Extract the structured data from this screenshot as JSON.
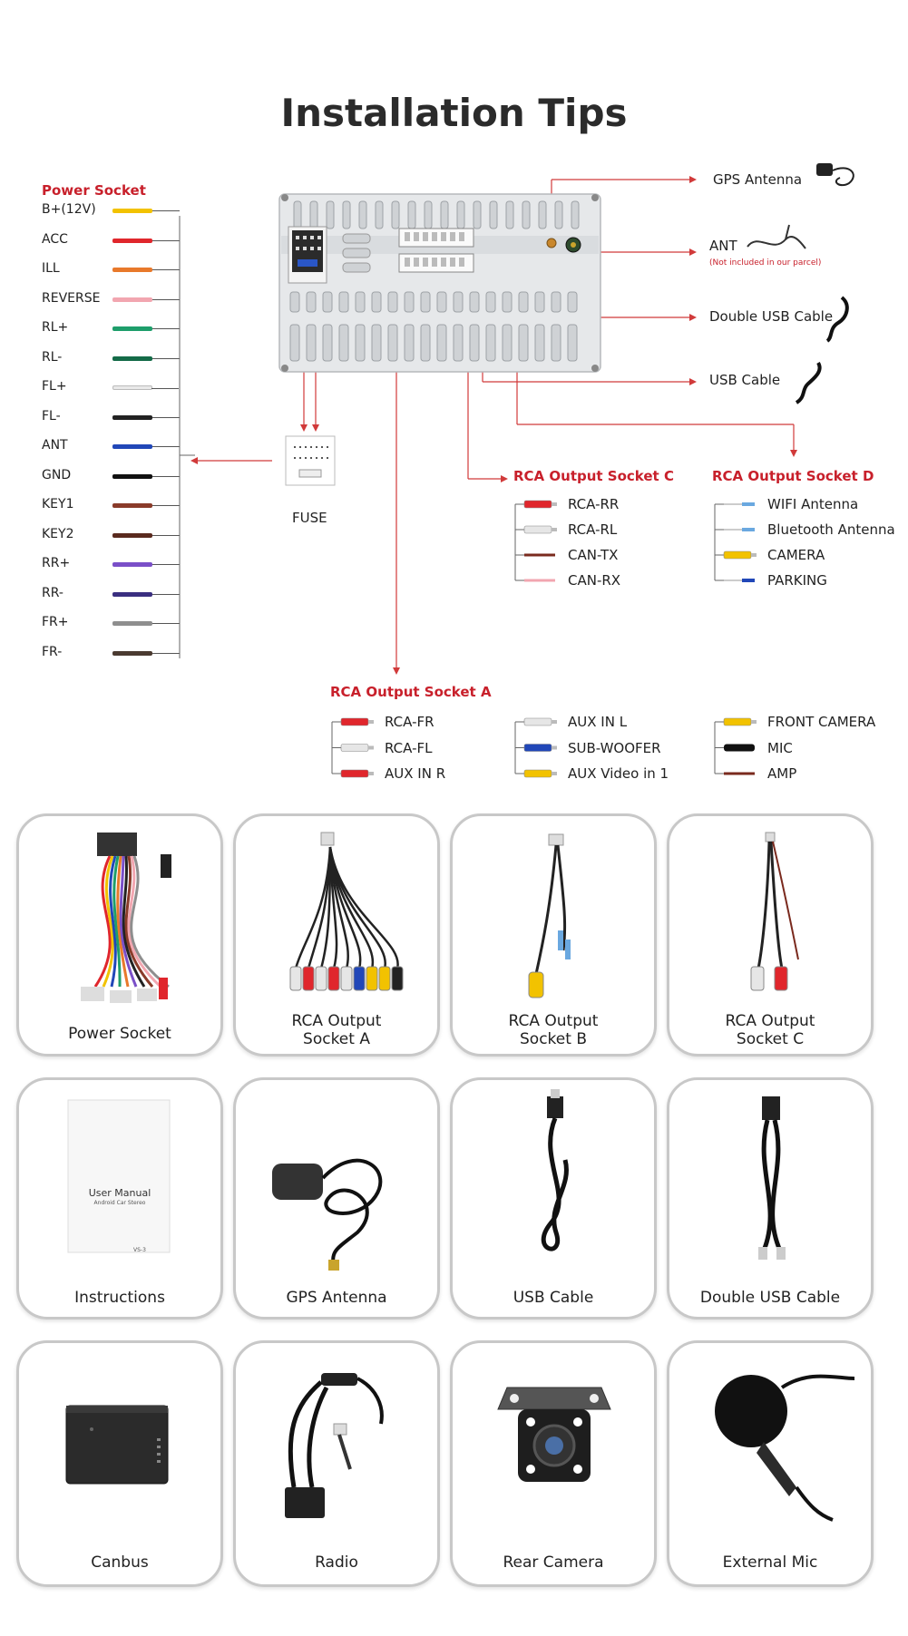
{
  "title": "Installation Tips",
  "power_socket": {
    "heading": "Power Socket",
    "wires": [
      {
        "label": "B+(12V)",
        "color": "#f2c200"
      },
      {
        "label": "ACC",
        "color": "#e0262c"
      },
      {
        "label": "ILL",
        "color": "#e8792b"
      },
      {
        "label": "REVERSE",
        "color": "#f2a6b0"
      },
      {
        "label": "RL+",
        "color": "#1e9e6b"
      },
      {
        "label": "RL-",
        "color": "#146b48"
      },
      {
        "label": "FL+",
        "color": "#e9e9e9"
      },
      {
        "label": "FL-",
        "color": "#222222"
      },
      {
        "label": "ANT",
        "color": "#2147b8"
      },
      {
        "label": "GND",
        "color": "#111111"
      },
      {
        "label": "KEY1",
        "color": "#8a3b2a"
      },
      {
        "label": "KEY2",
        "color": "#5a2a1e"
      },
      {
        "label": "RR+",
        "color": "#7a4fc8"
      },
      {
        "label": "RR-",
        "color": "#3a2f80"
      },
      {
        "label": "FR+",
        "color": "#8e8e8e"
      },
      {
        "label": "FR-",
        "color": "#4a3a30"
      }
    ]
  },
  "fuse": "FUSE",
  "right_connections": {
    "gps": "GPS Antenna",
    "ant": "ANT",
    "ant_note": "(Not included in our parcel)",
    "double_usb": "Double USB Cable",
    "usb": "USB Cable"
  },
  "socket_c": {
    "heading": "RCA Output Socket C",
    "items": [
      {
        "label": "RCA-RR",
        "color": "#e0262c",
        "kind": "rca"
      },
      {
        "label": "RCA-RL",
        "color": "#e6e6e6",
        "kind": "rca"
      },
      {
        "label": "CAN-TX",
        "color": "#7a2a1e",
        "kind": "wire"
      },
      {
        "label": "CAN-RX",
        "color": "#f2a6b0",
        "kind": "wire"
      }
    ]
  },
  "socket_d": {
    "heading": "RCA Output Socket D",
    "items": [
      {
        "label": "WIFI Antenna",
        "color": "#6aa8e0",
        "kind": "pin"
      },
      {
        "label": "Bluetooth Antenna",
        "color": "#6aa8e0",
        "kind": "pin"
      },
      {
        "label": "CAMERA",
        "color": "#f2c200",
        "kind": "rca"
      },
      {
        "label": "PARKING",
        "color": "#2147b8",
        "kind": "pin"
      }
    ]
  },
  "socket_a": {
    "heading": "RCA Output Socket A",
    "col1": [
      {
        "label": "RCA-FR",
        "color": "#e0262c",
        "kind": "rca"
      },
      {
        "label": "RCA-FL",
        "color": "#e6e6e6",
        "kind": "rca"
      },
      {
        "label": "AUX IN R",
        "color": "#e0262c",
        "kind": "rca"
      }
    ],
    "col2": [
      {
        "label": "AUX IN L",
        "color": "#e6e6e6",
        "kind": "rca"
      },
      {
        "label": "SUB-WOOFER",
        "color": "#2147b8",
        "kind": "rca"
      },
      {
        "label": "AUX Video in 1",
        "color": "#f2c200",
        "kind": "rca"
      }
    ],
    "col3": [
      {
        "label": "FRONT CAMERA",
        "color": "#f2c200",
        "kind": "rca"
      },
      {
        "label": "MIC",
        "color": "#111111",
        "kind": "plug"
      },
      {
        "label": "AMP",
        "color": "#7a2a1e",
        "kind": "wire"
      }
    ]
  },
  "parts": [
    {
      "label": "Power Socket",
      "icon": "power-harness-icon"
    },
    {
      "label": "RCA Output\nSocket A",
      "icon": "rca-harness-a-icon"
    },
    {
      "label": "RCA Output\nSocket B",
      "icon": "rca-harness-b-icon"
    },
    {
      "label": "RCA Output\nSocket C",
      "icon": "rca-harness-c-icon"
    },
    {
      "label": "Instructions",
      "icon": "user-manual-icon",
      "manual_title": "User Manual",
      "manual_sub": "Android Car Stereo",
      "manual_code": "VS-3"
    },
    {
      "label": "GPS Antenna",
      "icon": "gps-antenna-icon"
    },
    {
      "label": "USB Cable",
      "icon": "usb-cable-icon"
    },
    {
      "label": "Double USB Cable",
      "icon": "double-usb-cable-icon"
    },
    {
      "label": "Canbus",
      "icon": "canbus-box-icon"
    },
    {
      "label": "Radio",
      "icon": "radio-adapter-icon"
    },
    {
      "label": "Rear Camera",
      "icon": "rear-camera-icon"
    },
    {
      "label": "External Mic",
      "icon": "external-mic-icon"
    }
  ]
}
